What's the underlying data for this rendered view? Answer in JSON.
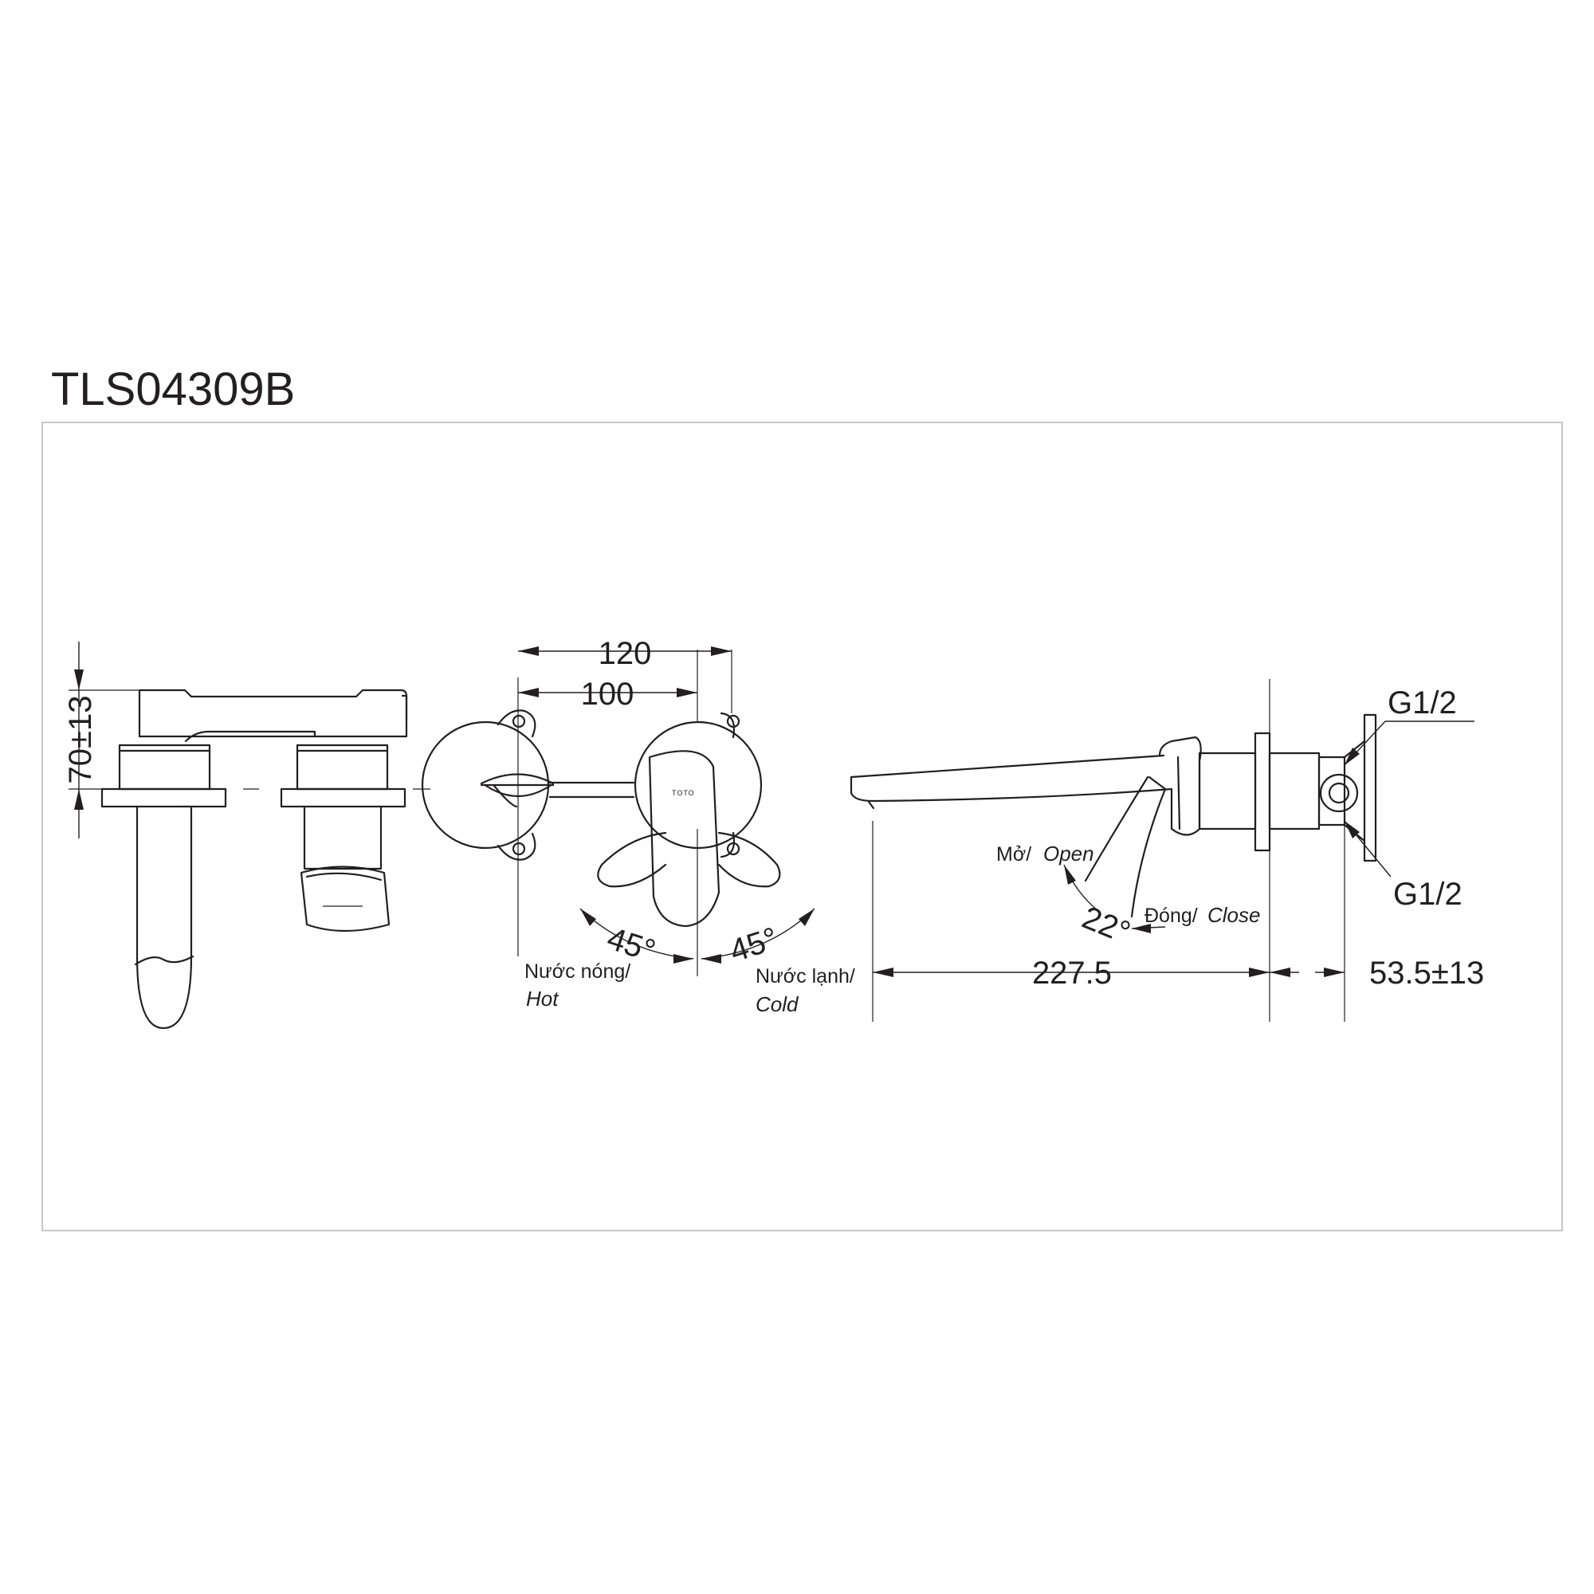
{
  "title": "TLS04309B",
  "logo_text": "TOTO",
  "dimensions": {
    "height_70": "70±13",
    "width_120": "120",
    "width_100": "100",
    "angle_hot": "45°",
    "angle_cold": "45°",
    "angle_lever": "22°",
    "spout_length": "227.5",
    "wall_depth": "53.5±13",
    "thread_top": "G1/2",
    "thread_bottom": "G1/2"
  },
  "labels": {
    "hot_vi": "Nước nóng/",
    "hot_en": "Hot",
    "cold_vi": "Nước lạnh/",
    "cold_en": "Cold",
    "open_vi": "Mở/",
    "open_en": "Open",
    "close_vi": "Đóng/",
    "close_en": "Close"
  },
  "colors": {
    "line": "#231f20",
    "frame": "#c8c8c8",
    "background": "#ffffff"
  }
}
